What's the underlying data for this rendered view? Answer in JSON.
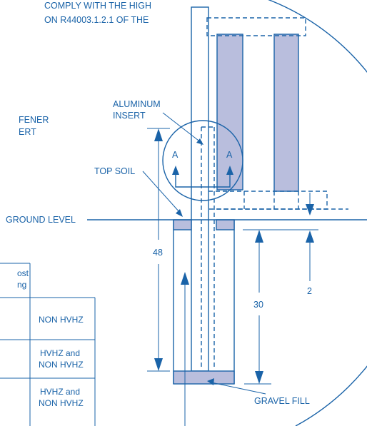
{
  "notes": {
    "top_line_1": "COMPLY WITH THE HIGH",
    "top_line_2": "ON R44003.1.2.1 OF THE",
    "stiffener_line_1": "FENER",
    "stiffener_line_2": "ERT"
  },
  "labels": {
    "aluminum_insert_1": "ALUMINUM",
    "aluminum_insert_2": "INSERT",
    "top_soil": "TOP SOIL",
    "ground_level": "GROUND LEVEL",
    "gravel_fill": "GRAVEL FILL",
    "section_a_left": "A",
    "section_a_right": "A"
  },
  "dimensions": {
    "embed_depth": "48",
    "footing_depth": "30",
    "clearance": "2"
  },
  "table": {
    "header_1": "ost",
    "header_2": "ng",
    "rows": [
      {
        "line_1": "NON HVHZ",
        "line_2": ""
      },
      {
        "line_1": "HVHZ and",
        "line_2": "NON HVHZ"
      },
      {
        "line_1": "HVHZ and",
        "line_2": "NON HVHZ"
      }
    ]
  },
  "colors": {
    "line": "#1a63a8",
    "fill": "#b9bedd"
  }
}
